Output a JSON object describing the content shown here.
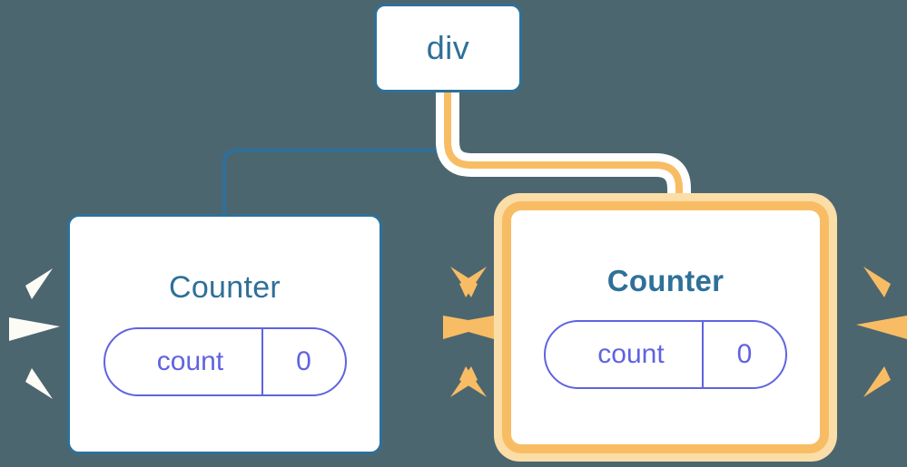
{
  "diagram": {
    "title": "component-tree-rerender-diagram",
    "background_color": "#4c6670",
    "colors": {
      "node_blue": "#2e7099",
      "prop_purple": "#6063e0",
      "highlight_orange": "#f8bd64",
      "highlight_orange_soft": "#fbdda7",
      "wire_blue": "#2e7099",
      "wire_white": "#ffffff",
      "spark_white": "#fdfbf6",
      "node_fill": "#ffffff"
    },
    "nodes": [
      {
        "id": "div",
        "label": "div",
        "kind": "host-element",
        "highlighted": false
      },
      {
        "id": "counter-left",
        "label": "Counter",
        "kind": "component",
        "highlighted": false,
        "prop": {
          "key": "count",
          "value": "0"
        },
        "spark_color": "#fdfbf6"
      },
      {
        "id": "counter-right",
        "label": "Counter",
        "kind": "component",
        "highlighted": true,
        "prop": {
          "key": "count",
          "value": "0"
        },
        "spark_color": "#f8bd64"
      }
    ],
    "edges": [
      {
        "from": "div",
        "to": "counter-left",
        "style": "thin-blue"
      },
      {
        "from": "div",
        "to": "counter-right",
        "style": "thick-orange-halo"
      }
    ]
  }
}
